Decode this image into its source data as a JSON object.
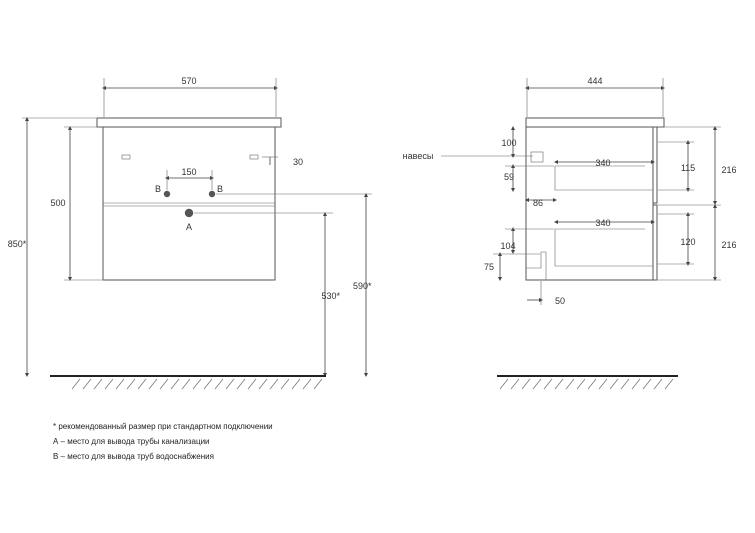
{
  "front": {
    "width": "570",
    "height_body": "500",
    "height_total": "850*",
    "hole_spacing": "150",
    "label_b_left": "B",
    "label_b_right": "B",
    "label_a": "A",
    "hanger_offset": "30",
    "height_530": "530*",
    "height_590": "590*"
  },
  "side": {
    "depth": "444",
    "hangers_label": "навесы",
    "dim_100": "100",
    "dim_59": "59",
    "dim_86": "86",
    "dim_104": "104",
    "dim_75": "75",
    "dim_50": "50",
    "drawer_depth_top": "340",
    "drawer_depth_bottom": "340",
    "dim_115": "115",
    "dim_120": "120",
    "dim_216_top": "216",
    "dim_216_bottom": "216"
  },
  "notes": [
    "* рекомендованный размер при стандартном подключении",
    "А – место для вывода трубы канализации",
    "В – место для вывода труб водоснабжения"
  ]
}
